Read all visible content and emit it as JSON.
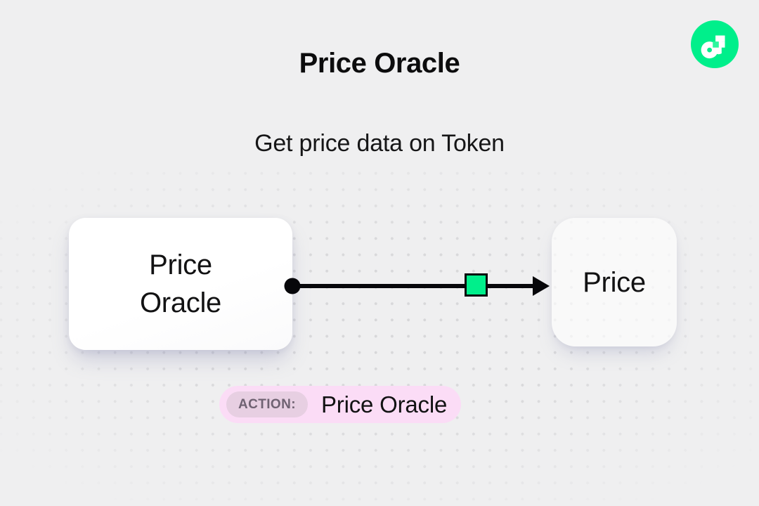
{
  "header": {
    "title": "Price Oracle",
    "subtitle": "Get price data on Token"
  },
  "brand": {
    "logo_icon": "flow-logo-icon",
    "logo_circle_color": "#00ef8b",
    "logo_mark_color": "#ffffff",
    "logo_accent_color": "#2ef79e"
  },
  "canvas": {
    "background_color": "#efeff0",
    "dot_color": "#d7d7d9",
    "nodes": [
      {
        "id": "source",
        "label": "Price\nOracle",
        "type": "source-node",
        "background_color": "#ffffff"
      },
      {
        "id": "target",
        "label": "Price",
        "type": "target-node",
        "background_color": "#ffffff"
      }
    ],
    "edge": {
      "from": "source",
      "to": "target",
      "line_color": "#07070a",
      "start_dot_color": "#07070a",
      "marker_color": "#00ef8b",
      "marker_border_color": "#07070a",
      "arrowhead_color": "#07070a"
    }
  },
  "action_badge": {
    "chip_label": "ACTION:",
    "value": "Price Oracle",
    "badge_color": "#fbdcf6",
    "chip_color": "#e7cfe2",
    "chip_text_color": "#6f6272",
    "value_text_color": "#121213"
  }
}
